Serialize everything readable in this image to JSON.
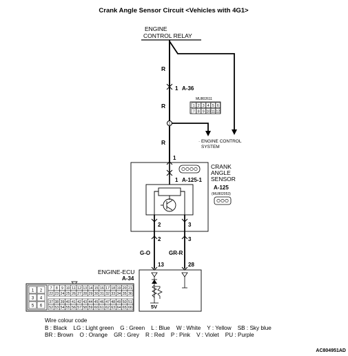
{
  "title": "Crank Angle Sensor Circuit <Vehicles with 4G1>",
  "relay": {
    "line1": "ENGINE",
    "line2": "CONTROL RELAY"
  },
  "wire_colors": {
    "r1": "R",
    "r2": "R",
    "r3": "R",
    "g_o": "G-O",
    "gr_r": "GR-R"
  },
  "connector_a36": {
    "pin": "1",
    "id": "A-36",
    "part": "MU802611"
  },
  "ecs_branch": {
    "line1": "· ENGINE CONTROL",
    "line2": "SYSTEM"
  },
  "sensor": {
    "line1": "CRANK",
    "line2": "ANGLE",
    "line3": "SENSOR",
    "pin_top": "1",
    "pin_top_b": "1",
    "conn": "A-125-1",
    "conn2": "A-125",
    "part": "(MU802053)",
    "pin2": "2",
    "pin3": "3"
  },
  "harness_pins": {
    "p2": "2",
    "p3": "3"
  },
  "ecu": {
    "line1": "ENGINE-ECU",
    "conn": "A-34",
    "pin13": "13",
    "pin28": "28",
    "voltage": "5V"
  },
  "ecu_connector": {
    "row1": [
      "7",
      "8",
      "9",
      "10",
      "11",
      "12",
      "13",
      "14",
      "15",
      "16",
      "17",
      "18",
      "19",
      "20",
      "21"
    ],
    "row2": [
      "22",
      "23",
      "24",
      "25",
      "26",
      "27",
      "28",
      "29",
      "30",
      "31",
      "32",
      "33",
      "34",
      "35",
      "36"
    ],
    "row3": [
      "37",
      "38",
      "39",
      "40",
      "41",
      "42",
      "43",
      "44",
      "45",
      "46",
      "47",
      "48",
      "49",
      "50",
      "51"
    ],
    "row4": [
      "52",
      "53",
      "54",
      "55",
      "56",
      "57",
      "58",
      "59",
      "60",
      "61",
      "62",
      "63",
      "64",
      "65",
      "66"
    ],
    "small": [
      "1",
      "2",
      "3",
      "4",
      "5",
      "6"
    ]
  },
  "connector_a36_pins": [
    "1",
    "2",
    "3",
    "4",
    "5",
    "6",
    "7",
    "8",
    "9",
    "10",
    "11",
    "12"
  ],
  "legend": {
    "heading": "Wire colour code",
    "line1": "B : Black    LG : Light green    G : Green    L : Blue    W : White    Y : Yellow    SB : Sky blue",
    "line2": "BR : Brown    O : Orange    GR : Grey    R : Red    P : Pink    V : Violet    PU : Purple"
  },
  "code": "AC804951AD"
}
